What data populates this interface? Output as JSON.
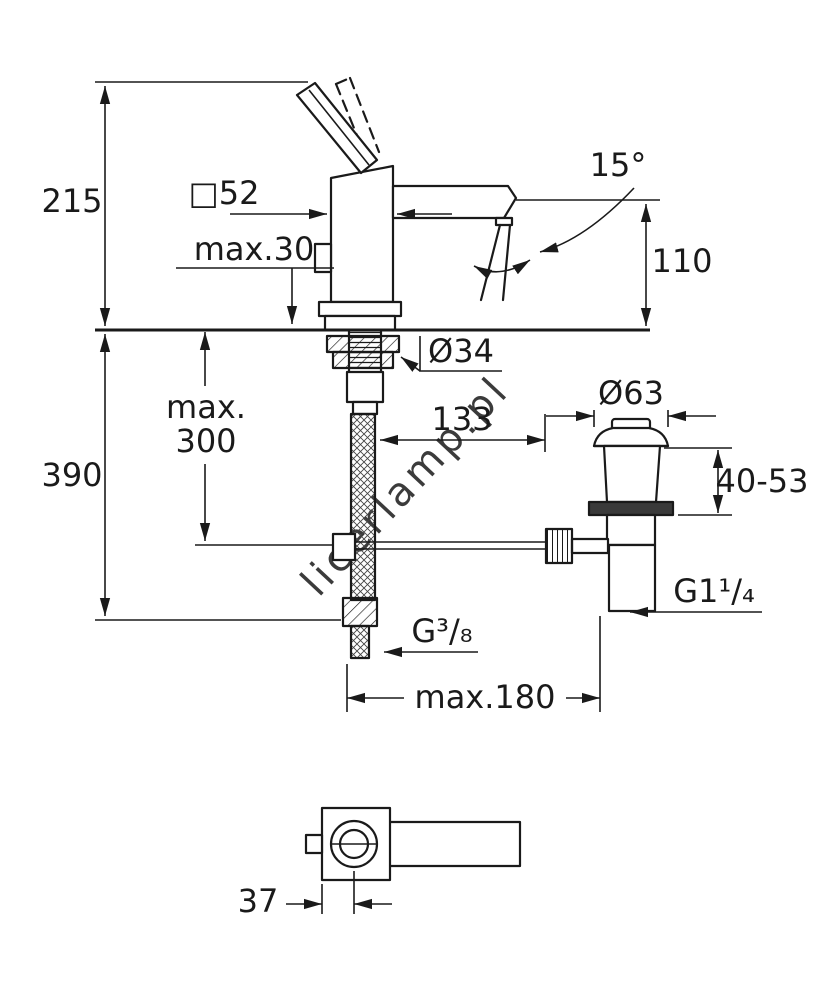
{
  "watermark": "licerlamp.pl",
  "colors": {
    "line": "#1a1a1a",
    "watermark": "#c9c9c9",
    "seal_band": "#3a3a3a"
  },
  "dimensions": {
    "total_height": "215",
    "body_width": "□52",
    "deck_thickness": "max.30",
    "spout_angle": "15°",
    "spout_height": "110",
    "below_deck_height": "390",
    "hose_length_line1": "max.",
    "hose_length_line2": "300",
    "shank_diameter": "Ø34",
    "center_distance": "133",
    "waste_flange_diameter": "Ø63",
    "waste_clamp_range": "40-53",
    "waste_thread": "G1¹/₄",
    "supply_thread": "G³/₈",
    "max_reach": "max.180",
    "handle_offset": "37"
  }
}
